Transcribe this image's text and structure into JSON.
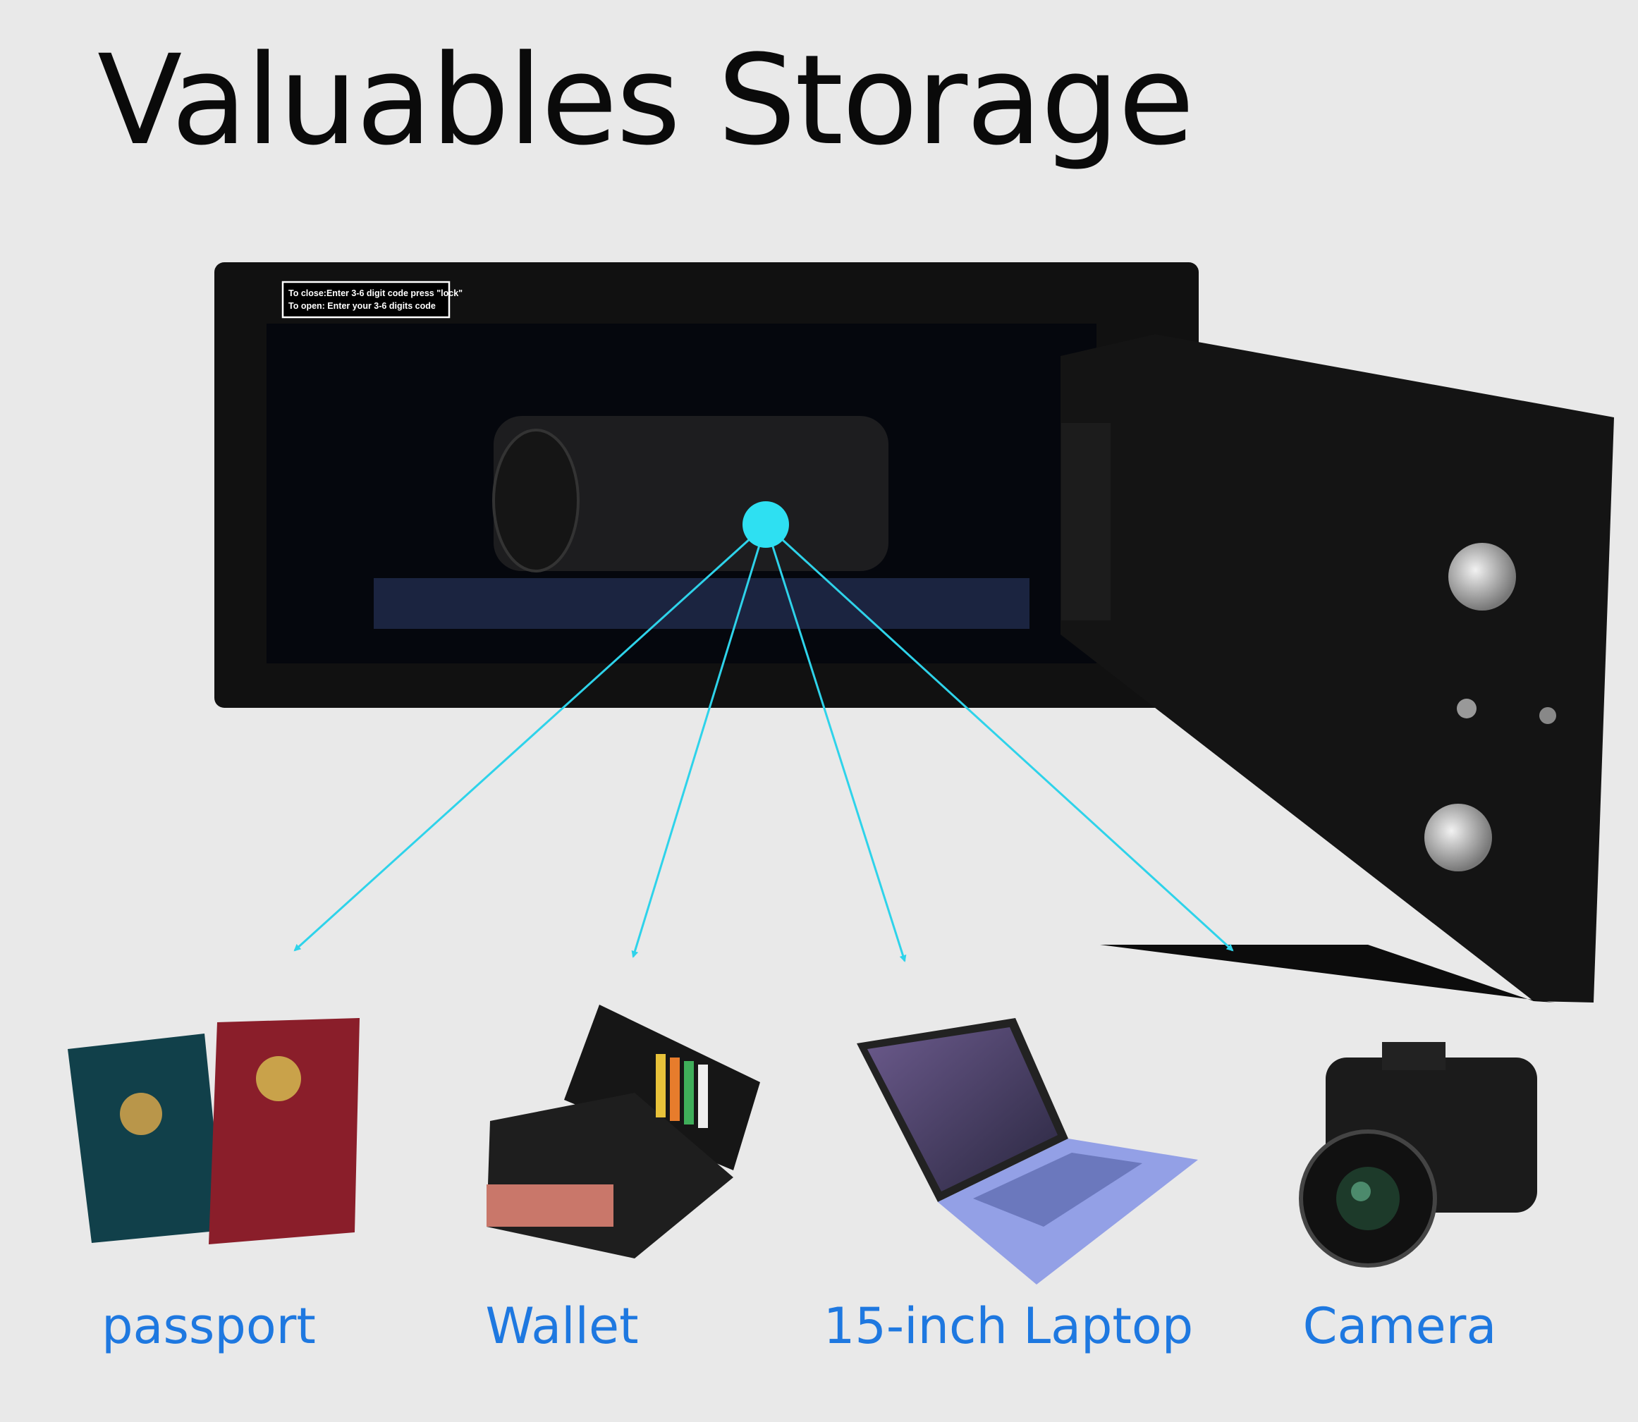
{
  "title": "Valuables Storage",
  "safe_label": {
    "line1": "To close:Enter 3-6 digit code press \"lock\"",
    "line2": "To open: Enter your 3-6 digits code"
  },
  "items": [
    {
      "label": "passport",
      "icon": "passport-image"
    },
    {
      "label": "Wallet",
      "icon": "wallet-image"
    },
    {
      "label": "15-inch Laptop",
      "icon": "laptop-image"
    },
    {
      "label": "Camera",
      "icon": "camera-image"
    }
  ],
  "colors": {
    "accent_arrow": "#2ed3ea",
    "label_blue": "#1e78e0",
    "background": "#e9e9e9"
  }
}
